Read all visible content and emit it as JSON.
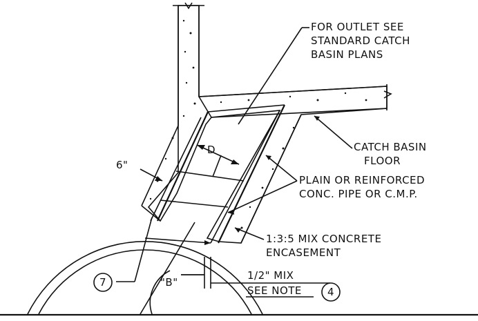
{
  "notes": {
    "outlet": [
      "FOR OUTLET SEE",
      "STANDARD CATCH",
      "BASIN PLANS"
    ],
    "floor": [
      "CATCH BASIN",
      "FLOOR"
    ],
    "pipe": [
      "PLAIN OR REINFORCED",
      "CONC. PIPE OR C.M.P."
    ],
    "concrete": [
      "1:3:5 MIX CONCRETE",
      "ENCASEMENT"
    ],
    "mix": [
      "1/2\" MIX",
      "SEE NOTE"
    ]
  },
  "dimensions": {
    "thickness": "6\"",
    "diameter": "D",
    "angle": "\"B\""
  },
  "callouts": {
    "detail": "7",
    "note": "4"
  }
}
